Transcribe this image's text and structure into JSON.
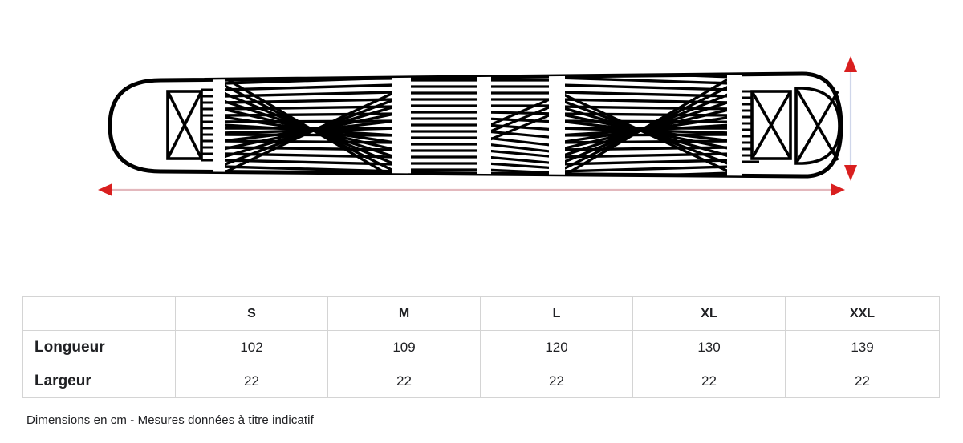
{
  "illustration": {
    "alt_name": "lumbar-support-belt-diagram",
    "line_color": "#000000",
    "dimension_arrow_color": "#d91f1f",
    "dimension_line_color": "#e3b8bd",
    "arrows": [
      {
        "name": "length-dimension-arrow",
        "orientation": "horizontal"
      },
      {
        "name": "width-dimension-arrow",
        "orientation": "vertical"
      }
    ]
  },
  "table": {
    "corner_label": "",
    "headers": [
      "S",
      "M",
      "L",
      "XL",
      "XXL"
    ],
    "rows": [
      {
        "label": "Longueur",
        "values": [
          "102",
          "109",
          "120",
          "130",
          "139"
        ]
      },
      {
        "label": "Largeur",
        "values": [
          "22",
          "22",
          "22",
          "22",
          "22"
        ]
      }
    ]
  },
  "footnote": {
    "text": "Dimensions en cm - Mesures données à titre indicatif"
  }
}
